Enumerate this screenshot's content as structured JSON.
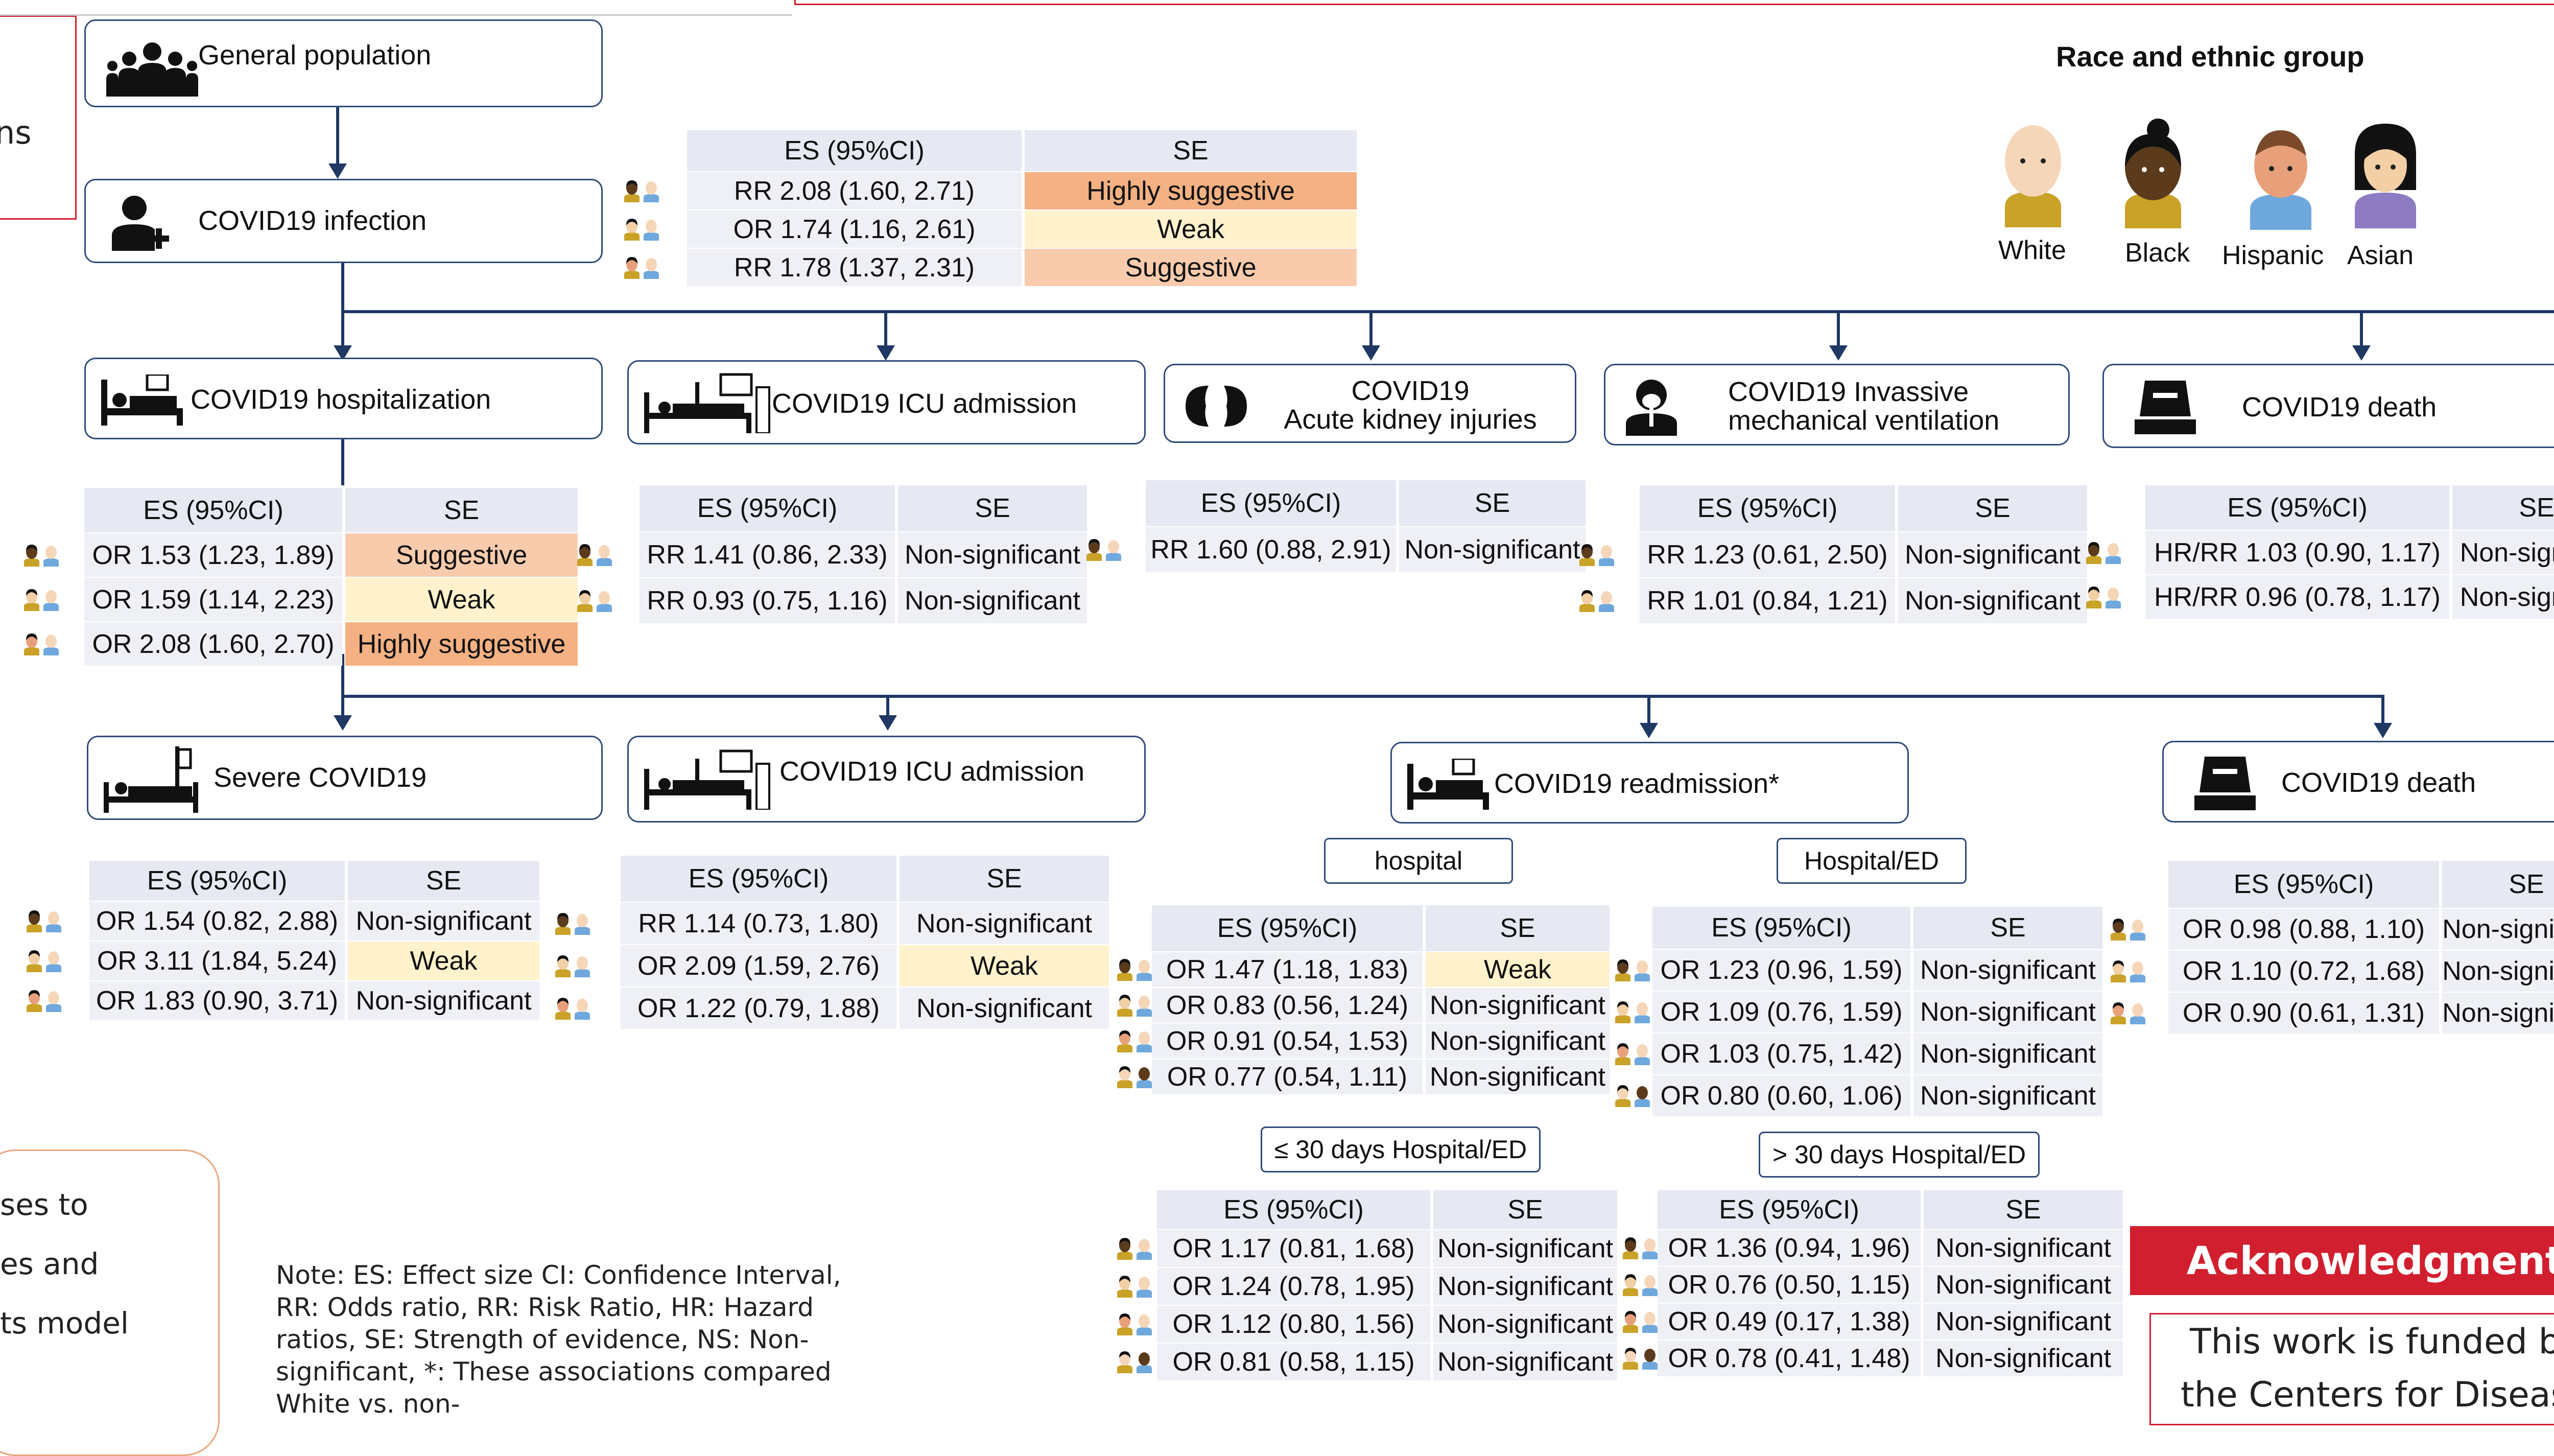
{
  "race_panel": {
    "title": "Race and ethnic group",
    "groups": [
      {
        "label": "White",
        "color": "#f6d6b8"
      },
      {
        "label": "Black",
        "color": "#5b3b1c"
      },
      {
        "label": "Hispanic",
        "color": "#e8a07a"
      },
      {
        "label": "Asian",
        "color": "#f3cfa6"
      }
    ]
  },
  "left_panel_top": {
    "text": "ns"
  },
  "left_panel_bottom": {
    "lines": [
      "ses to",
      "es and",
      "ts model"
    ]
  },
  "nodes": {
    "general": "General population",
    "infection": "COVID19 infection",
    "hosp": "COVID19 hospitalization",
    "icu1": "COVID19 ICU admission",
    "aki_line1": "COVID19",
    "aki_line2": "Acute kidney injuries",
    "imv_line1": "COVID19 Invassive",
    "imv_line2": "mechanical ventilation",
    "death1": "COVID19 death",
    "severe": "Severe COVID19",
    "icu2": "COVID19 ICU admission",
    "readm": "COVID19 readmission*",
    "death2": "COVID19 death"
  },
  "sublabels": {
    "hospital": "hospital",
    "hosp_ed": "Hospital/ED",
    "le30": "≤ 30 days Hospital/ED",
    "gt30": "> 30 days Hospital/ED"
  },
  "headers": {
    "es": "ES (95%CI)",
    "se": "SE"
  },
  "tables": {
    "infection": [
      {
        "es": "RR 2.08 (1.60, 2.71)",
        "se": "Highly suggestive",
        "sev": "hs"
      },
      {
        "es": "OR 1.74 (1.16, 2.61)",
        "se": "Weak",
        "sev": "w"
      },
      {
        "es": "RR 1.78 (1.37, 2.31)",
        "se": "Suggestive",
        "sev": "s"
      }
    ],
    "hosp": [
      {
        "es": "OR 1.53 (1.23, 1.89)",
        "se": "Suggestive",
        "sev": "s"
      },
      {
        "es": "OR 1.59 (1.14, 2.23)",
        "se": "Weak",
        "sev": "w"
      },
      {
        "es": "OR 2.08 (1.60, 2.70)",
        "se": "Highly suggestive",
        "sev": "hs"
      }
    ],
    "icu1": [
      {
        "es": "RR 1.41 (0.86, 2.33)",
        "se": "Non-significant",
        "sev": "n"
      },
      {
        "es": "RR 0.93 (0.75, 1.16)",
        "se": "Non-significant",
        "sev": "n"
      }
    ],
    "aki": [
      {
        "es": "RR 1.60 (0.88, 2.91)",
        "se": "Non-significant",
        "sev": "n"
      }
    ],
    "imv": [
      {
        "es": "RR 1.23 (0.61, 2.50)",
        "se": "Non-significant",
        "sev": "n"
      },
      {
        "es": "RR 1.01 (0.84, 1.21)",
        "se": "Non-significant",
        "sev": "n"
      }
    ],
    "death1": [
      {
        "es": "HR/RR 1.03 (0.90, 1.17)",
        "se": "Non-significa",
        "sev": "n"
      },
      {
        "es": "HR/RR 0.96 (0.78, 1.17)",
        "se": "Non-significa",
        "sev": "n"
      }
    ],
    "severe": [
      {
        "es": "OR 1.54 (0.82, 2.88)",
        "se": "Non-significant",
        "sev": "n"
      },
      {
        "es": "OR 3.11 (1.84, 5.24)",
        "se": "Weak",
        "sev": "w"
      },
      {
        "es": "OR 1.83 (0.90, 3.71)",
        "se": "Non-significant",
        "sev": "n"
      }
    ],
    "icu2": [
      {
        "es": "RR 1.14 (0.73, 1.80)",
        "se": "Non-significant",
        "sev": "n"
      },
      {
        "es": "OR 2.09 (1.59, 2.76)",
        "se": "Weak",
        "sev": "w"
      },
      {
        "es": "OR 1.22 (0.79, 1.88)",
        "se": "Non-significant",
        "sev": "n"
      }
    ],
    "readm_hosp": [
      {
        "es": "OR 1.47 (1.18, 1.83)",
        "se": "Weak",
        "sev": "w"
      },
      {
        "es": "OR 0.83 (0.56, 1.24)",
        "se": "Non-significant",
        "sev": "n"
      },
      {
        "es": "OR 0.91 (0.54, 1.53)",
        "se": "Non-significant",
        "sev": "n"
      },
      {
        "es": "OR 0.77 (0.54, 1.11)",
        "se": "Non-significant",
        "sev": "n"
      }
    ],
    "readm_ed": [
      {
        "es": "OR 1.23 (0.96, 1.59)",
        "se": "Non-significant",
        "sev": "n"
      },
      {
        "es": "OR 1.09 (0.76, 1.59)",
        "se": "Non-significant",
        "sev": "n"
      },
      {
        "es": "OR 1.03 (0.75, 1.42)",
        "se": "Non-significant",
        "sev": "n"
      },
      {
        "es": "OR 0.80 (0.60, 1.06)",
        "se": "Non-significant",
        "sev": "n"
      }
    ],
    "le30": [
      {
        "es": "OR 1.17 (0.81, 1.68)",
        "se": "Non-significant",
        "sev": "n"
      },
      {
        "es": "OR 1.24 (0.78, 1.95)",
        "se": "Non-significant",
        "sev": "n"
      },
      {
        "es": "OR 1.12 (0.80, 1.56)",
        "se": "Non-significant",
        "sev": "n"
      },
      {
        "es": "OR 0.81 (0.58, 1.15)",
        "se": "Non-significant",
        "sev": "n"
      }
    ],
    "gt30": [
      {
        "es": "OR 1.36 (0.94, 1.96)",
        "se": "Non-significant",
        "sev": "n"
      },
      {
        "es": "OR 0.76 (0.50, 1.15)",
        "se": "Non-significant",
        "sev": "n"
      },
      {
        "es": "OR 0.49 (0.17, 1.38)",
        "se": "Non-significant",
        "sev": "n"
      },
      {
        "es": "OR 0.78 (0.41, 1.48)",
        "se": "Non-significant",
        "sev": "n"
      }
    ],
    "death2": [
      {
        "es": "OR 0.98 (0.88, 1.10)",
        "se": "Non-significan",
        "sev": "n"
      },
      {
        "es": "OR 1.10 (0.72, 1.68)",
        "se": "Non-significan",
        "sev": "n"
      },
      {
        "es": "OR 0.90 (0.61, 1.31)",
        "se": "Non-significan",
        "sev": "n"
      }
    ]
  },
  "note": "Note: ES: Effect size CI: Confidence Interval, RR: Odds ratio, RR: Risk Ratio, HR: Hazard ratios, SE: Strength of evidence, NS: Non-significant, *: These associations compared White vs. non-",
  "acknowledgment": {
    "title": "Acknowledgment",
    "body": "This work is funded by the Centers for Disease"
  },
  "colors": {
    "box_border": "#2f4a7a",
    "arrow": "#1f3864",
    "highly_suggestive": "#f4b183",
    "suggestive": "#f8cbad",
    "weak": "#fff2cc",
    "non_significant": "#eef0f6",
    "ack_red": "#d11f2f"
  }
}
